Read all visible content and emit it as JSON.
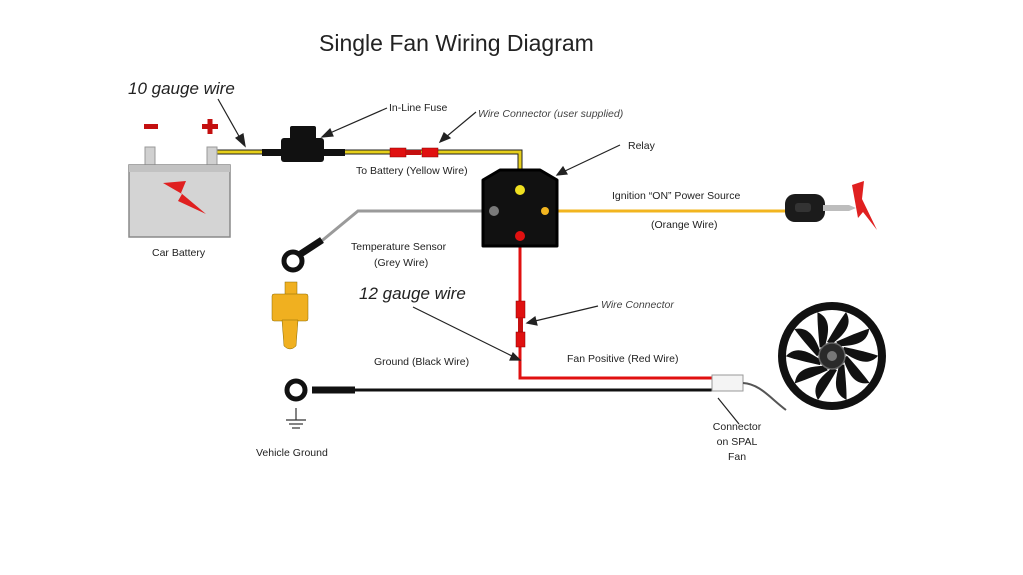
{
  "title": "Single Fan Wiring Diagram",
  "labels": {
    "gauge10": "10 gauge wire",
    "inline_fuse": "In-Line Fuse",
    "wire_connector_user": "Wire Connector (user supplied)",
    "relay": "Relay",
    "to_battery": "To Battery (Yellow Wire)",
    "ignition": "Ignition “ON” Power Source",
    "orange_wire": "(Orange Wire)",
    "car_battery": "Car Battery",
    "temp_sensor": "Temperature Sensor",
    "grey_wire": "(Grey Wire)",
    "gauge12": "12 gauge wire",
    "wire_connector": "Wire Connector",
    "ground_black": "Ground (Black Wire)",
    "fan_positive": "Fan Positive (Red Wire)",
    "connector_line1": "Connector",
    "connector_line2": "on SPAL",
    "connector_line3": "Fan",
    "vehicle_ground": "Vehicle Ground"
  },
  "battery_terminals": {
    "negative": "−",
    "positive": "+"
  },
  "colors": {
    "yellow_wire": "#e6cf1a",
    "orange_wire": "#f2b51f",
    "red_wire": "#e01010",
    "grey_wire": "#9a9a9a",
    "black_wire": "#111111",
    "battery_body": "#d4d4d4",
    "bolt": "#e02020",
    "sensor": "#f0b020"
  },
  "icons": [
    "battery-icon",
    "fuse-icon",
    "relay-icon",
    "key-icon",
    "fan-icon",
    "temperature-sensor-icon",
    "ground-symbol-icon",
    "lightning-icon"
  ]
}
